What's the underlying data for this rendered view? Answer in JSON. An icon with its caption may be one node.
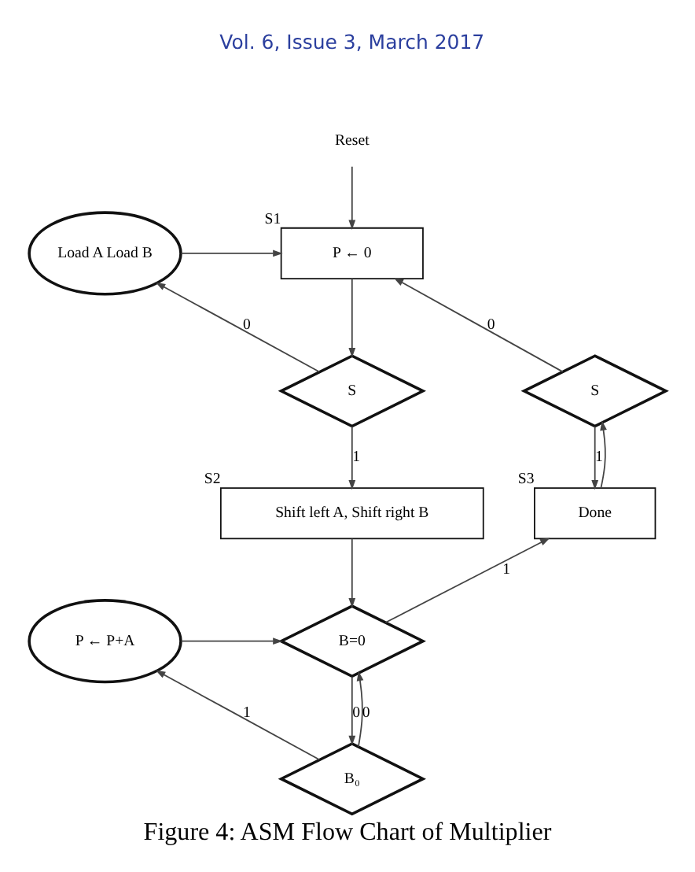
{
  "diagram": {
    "caption": "Figure 4: ASM Flow Chart of Multiplier",
    "nodes": [
      {
        "text": [
          "Reset"
        ]
      },
      {
        "text": [
          "P ← 0"
        ],
        "beside": [
          "S1"
        ]
      },
      {
        "text": [
          "Load A Load B"
        ]
      },
      {
        "text": [
          "S"
        ]
      },
      {
        "text": [
          "S"
        ]
      },
      {
        "text": [
          "Shift left A, Shift right B"
        ],
        "beside": [
          "S2"
        ]
      },
      {
        "text": [
          "Done"
        ],
        "beside": [
          "S3"
        ]
      },
      {
        "text": [
          "P ← P+A"
        ]
      },
      {
        "text": [
          "B=0"
        ]
      },
      {
        "text": [
          "B₀"
        ]
      }
    ],
    "edges": [
      {
        "from": 0,
        "to": 1,
        "arrow": "to"
      },
      {
        "from": 2,
        "to": 1,
        "arrow": "to"
      },
      {
        "from": 4,
        "to": 1,
        "label": "0",
        "arrow": "to"
      },
      {
        "from": 1,
        "to": 3,
        "arrow": "to"
      },
      {
        "from": 3,
        "to": 2,
        "label": "0",
        "arrow": "to"
      },
      {
        "from": 3,
        "to": 5,
        "label": "1",
        "arrow": "to"
      },
      {
        "from": 5,
        "to": 8,
        "arrow": "to"
      },
      {
        "from": 8,
        "to": 6,
        "label": "1",
        "arrow": "to"
      },
      {
        "from": 6,
        "to": 4,
        "arrow": "to"
      },
      {
        "from": 4,
        "to": 6,
        "label": "1",
        "arrow": "to"
      },
      {
        "from": 8,
        "to": 9,
        "label": "0",
        "arrow": "to"
      },
      {
        "from": 9,
        "to": 8,
        "label": "0",
        "arrow": "to"
      },
      {
        "from": 9,
        "to": 7,
        "label": "1",
        "arrow": "to"
      },
      {
        "from": 7,
        "to": 8,
        "arrow": "to"
      }
    ],
    "labels": [
      "Vol. 6, Issue 3, March 2017"
    ]
  }
}
